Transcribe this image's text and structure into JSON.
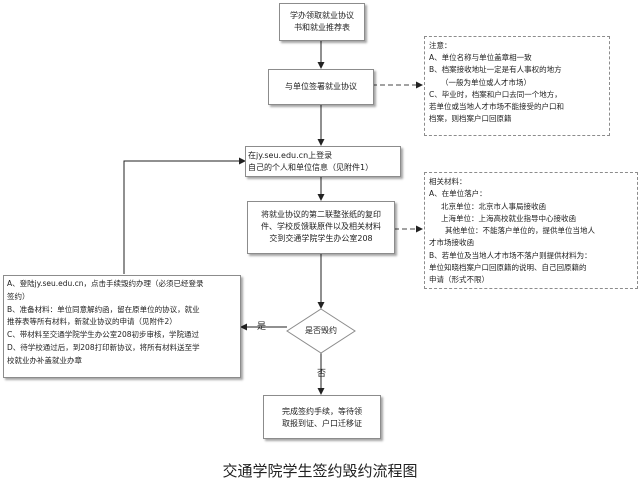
{
  "steps": {
    "s1": [
      "学办领取就业协议",
      "书和就业推荐表"
    ],
    "s2": "与单位签署就业协议",
    "s3": [
      "在jy.seu.edu.cn上登录",
      "自己的个人和单位信息（见附件1）"
    ],
    "s4": [
      "将就业协议的第二联整张纸的复印",
      "件、学校反馈联原件以及相关材料",
      "交到交通学院学生办公室208"
    ],
    "decision": "是否毁约",
    "end": [
      "完成签约手续，等待领",
      "取报到证、户口迁移证"
    ]
  },
  "notes": {
    "attention": [
      "注意：",
      "A、单位名称与单位盖章相一致",
      "B、档案接收地址一定是有人事权的地方",
      "（一般为单位或人才市场）",
      "C、毕业时，档案和户口去同一个地方，",
      "若单位或当地人才市场不能接受的户口和",
      "档案，则档案户口回原籍"
    ],
    "materials": [
      "相关材料：",
      "A、在单位落户：",
      "北京单位：北京市人事局接收函",
      "上海单位：上海高校就业指导中心接收函",
      "其他单位：不能落户单位的，提供单位当地人",
      "才市场接收函",
      "B、若单位及当地人才市场不落户则提供材料为：",
      "单位知晓档案户口回原籍的说明、自己回原籍的",
      "申请（形式不限）"
    ]
  },
  "breach": [
    "A、登陆jy.seu.edu.cn，点击手续毁约办理（必须已经登录",
    "签约）",
    "B、准备材料：单位同意解约函，留在原单位的协议，就业",
    "推荐表等所有材料，新就业协议的申请（见附件2）",
    "C、带材料至交通学院学生办公室208初步审核，学院通过",
    "D、待学校通过后，到208打印新协议，将所有材料送至学",
    "校就业办补盖就业办章"
  ],
  "labels": {
    "yes": "是",
    "no": "否"
  },
  "title": "交通学院学生签约毁约流程图"
}
